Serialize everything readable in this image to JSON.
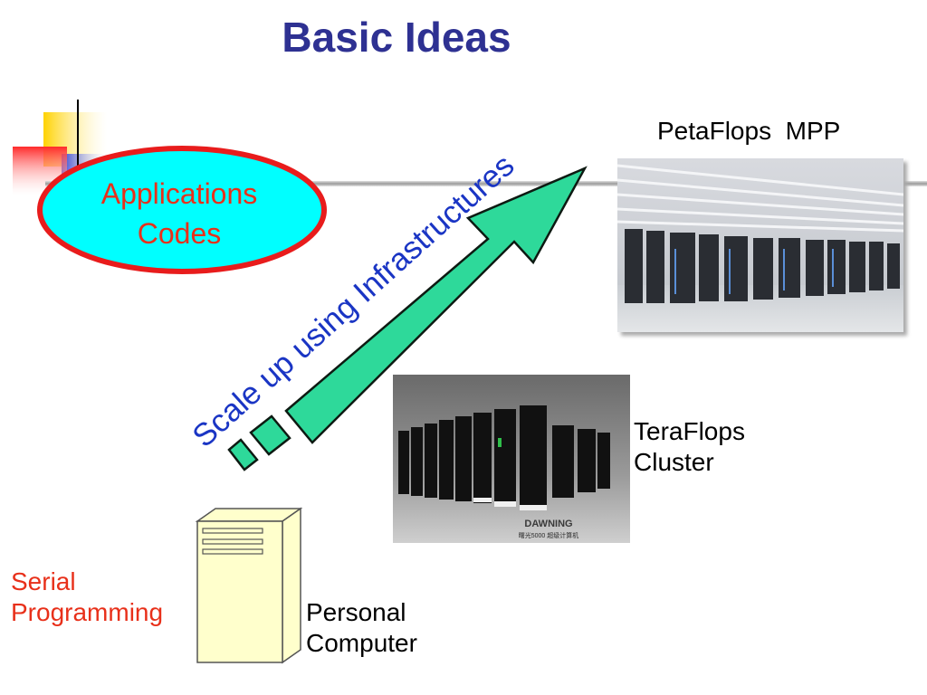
{
  "slide": {
    "title": "Basic Ideas",
    "center_label": {
      "line1": "Applications",
      "line2": "Codes"
    },
    "arrow_label": "Scale up using Infrastructures",
    "levels": [
      {
        "line1": "PetaFlops  MPP",
        "line2": "",
        "icon": "supercomputer-room-photo"
      },
      {
        "line1": "TeraFlops",
        "line2": "Cluster",
        "icon": "cluster-racks-photo"
      },
      {
        "line1": "Personal",
        "line2": "Computer",
        "icon": "pc-tower-icon"
      }
    ],
    "serial_label": {
      "line1": "Serial",
      "line2": "Programming"
    },
    "rack_brand": "DAWNING",
    "rack_sub": "曙光5000 超级计算机",
    "colors": {
      "title": "#2e3192",
      "accent_red": "#e8301a",
      "ellipse_fill": "#00ffff",
      "arrow_fill": "#2ed99a",
      "arrow_text": "#1a35c4"
    }
  }
}
